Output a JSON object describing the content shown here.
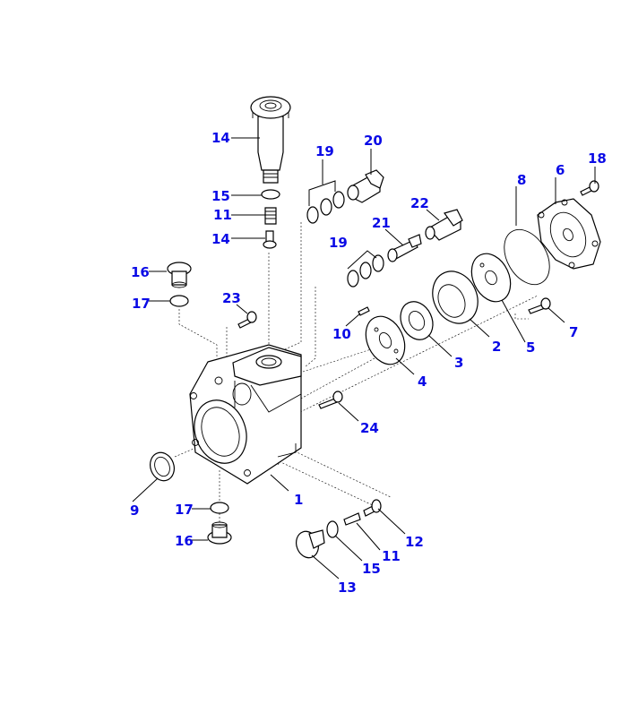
{
  "diagram": {
    "type": "exploded-parts-view",
    "label_color": "#0a0ae6",
    "line_color": "#000000",
    "background": "#ffffff",
    "labels": [
      "14",
      "19",
      "20",
      "15",
      "11",
      "14",
      "22",
      "21",
      "8",
      "6",
      "18",
      "16",
      "19",
      "17",
      "23",
      "10",
      "7",
      "5",
      "2",
      "3",
      "4",
      "24",
      "1",
      "9",
      "17",
      "16",
      "12",
      "11",
      "15",
      "13"
    ]
  }
}
